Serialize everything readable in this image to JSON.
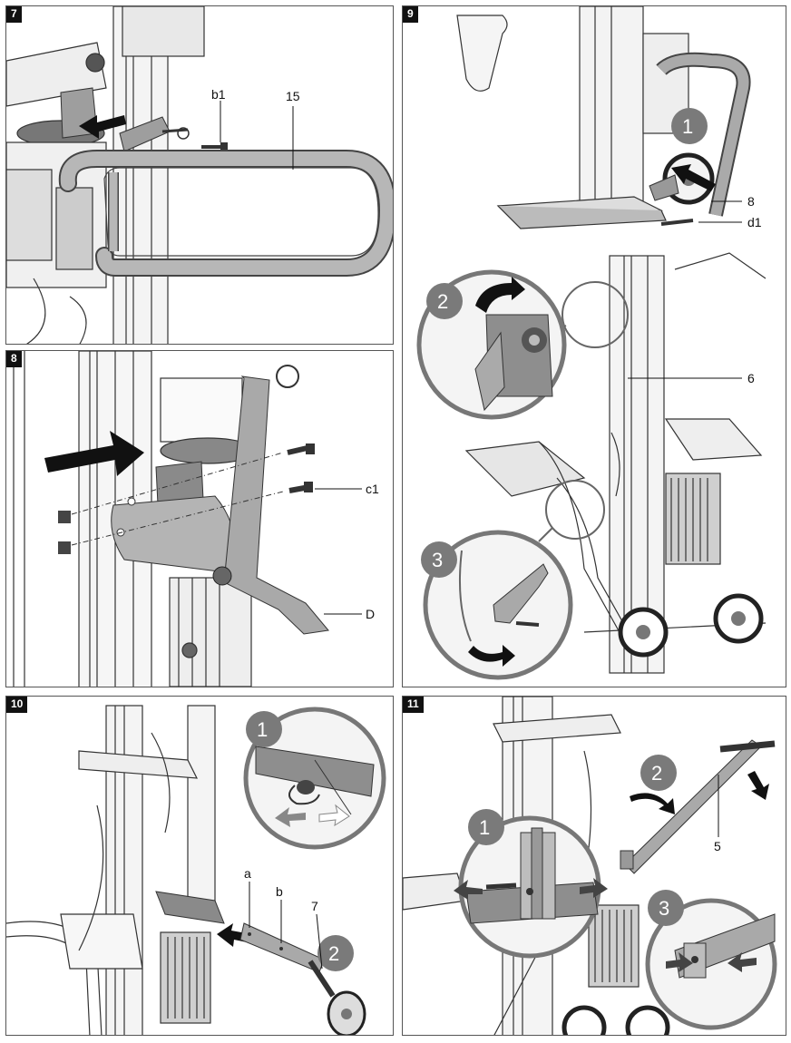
{
  "panels": [
    {
      "number": "7",
      "labels": {
        "b1": "b1",
        "part15": "15"
      }
    },
    {
      "number": "8",
      "labels": {
        "c1": "c1",
        "D": "D"
      }
    },
    {
      "number": "9",
      "labels": {
        "part8": "8",
        "d1": "d1",
        "part6": "6"
      },
      "steps": [
        "1",
        "2",
        "3"
      ]
    },
    {
      "number": "10",
      "labels": {
        "a": "a",
        "b": "b",
        "part7": "7"
      },
      "steps": [
        "1",
        "2"
      ]
    },
    {
      "number": "11",
      "labels": {
        "part5": "5"
      },
      "steps": [
        "1",
        "2",
        "3"
      ]
    }
  ],
  "colors": {
    "frame": "#555555",
    "part_gray": "#a9a9a9",
    "dark": "#222222",
    "step_circle": "#7a7a7a"
  }
}
